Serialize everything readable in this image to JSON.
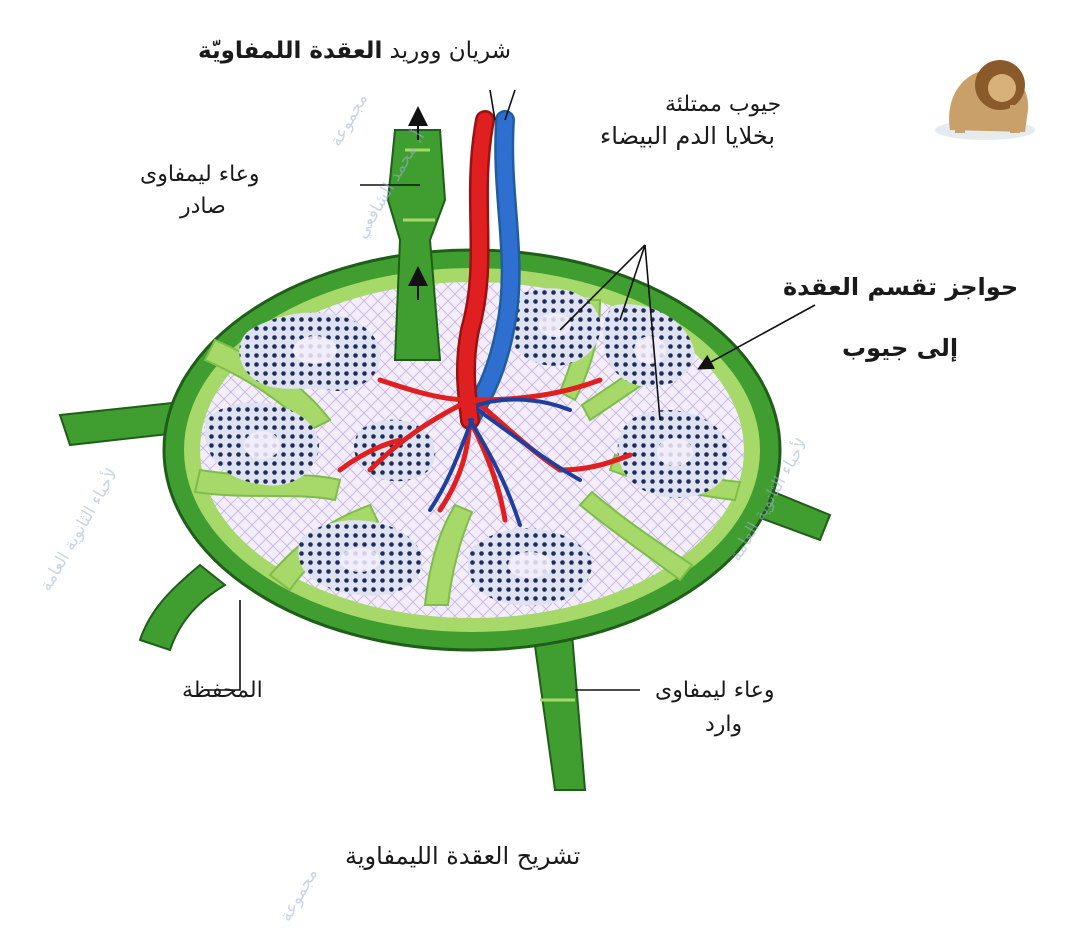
{
  "title": "تشريح العقدة الليمفاوية",
  "labels": {
    "artery_vein_prefix": "شريان ووريد ",
    "artery_vein_bold": "العقدة اللمفاويّة",
    "sinuses_line1": "جيوب ممتلئة",
    "sinuses_line2": "بخلايا الدم البيضاء",
    "efferent_line1": "وعاء ليمفاوى",
    "efferent_line2": "صادر",
    "septa_line1": "حواجز تقسم العقدة",
    "septa_line2": "إلى جيوب",
    "capsule": "المحفظة",
    "afferent_line1": "وعاء ليمفاوى",
    "afferent_line2": "وارد"
  },
  "watermarks": [
    "مجموعة",
    "أ. محمد الشافعي",
    "لأحياء الثانوية العامة"
  ],
  "colors": {
    "capsule_green": "#3f9e2f",
    "septa_light_green": "#a6d86a",
    "artery_red": "#e02020",
    "vein_blue": "#2f6fd0",
    "lymphocyte_navy": "#1f2b5c",
    "reticular_lilac": "#c9b6e6"
  },
  "icons": [
    "lion-logo",
    "arrow-icon"
  ]
}
